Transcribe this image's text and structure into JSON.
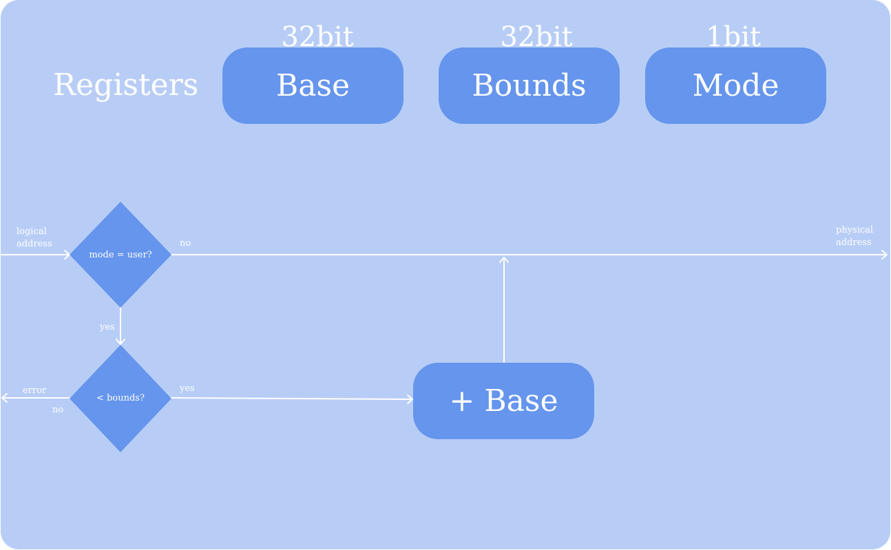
{
  "registers": {
    "title": "Registers",
    "items": [
      {
        "label": "Base",
        "bits": "32bit"
      },
      {
        "label": "Bounds",
        "bits": "32bit"
      },
      {
        "label": "Mode",
        "bits": "1bit"
      }
    ]
  },
  "flow": {
    "input_label_line1": "logical",
    "input_label_line2": "address",
    "output_label_line1": "physical",
    "output_label_line2": "address",
    "decision_mode": "mode = user?",
    "decision_bounds": "< bounds?",
    "mode_no": "no",
    "mode_yes": "yes",
    "bounds_yes": "yes",
    "bounds_no": "no",
    "error_label": "error",
    "add_base": "+ Base"
  },
  "colors": {
    "background": "#b8cdf6",
    "box": "#6595ec",
    "text": "#ffffff"
  }
}
